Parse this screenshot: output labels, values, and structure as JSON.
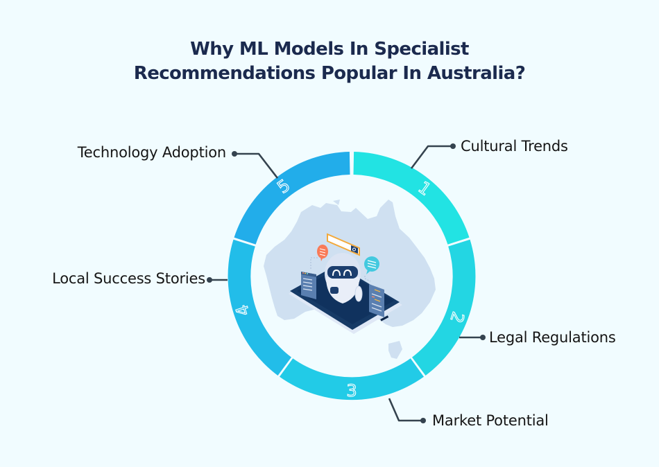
{
  "title": {
    "line1": "Why ML Models In Specialist",
    "line2": "Recommendations Popular In Australia?"
  },
  "colors": {
    "background": "#f1fcff",
    "title": "#1b2a4e",
    "label_text": "#151515",
    "connector": "#35434f",
    "segment_1": "#22e3e3",
    "segment_2": "#23d6e3",
    "segment_3": "#22cbe7",
    "segment_4": "#22bde9",
    "segment_5": "#22adea",
    "map_fill": "#cfe0f1"
  },
  "segments": [
    {
      "number": "1",
      "label": "Cultural Trends"
    },
    {
      "number": "2",
      "label": "Legal Regulations"
    },
    {
      "number": "3",
      "label": "Market Potential"
    },
    {
      "number": "4",
      "label": "Local Success Stories"
    },
    {
      "number": "5",
      "label": "Technology Adoption"
    }
  ],
  "illustration": {
    "description": "Australia map with chatbot robot on smartphone",
    "icons": [
      "australia-map",
      "robot",
      "smartphone",
      "search-bar",
      "chat-bubble",
      "document-panel"
    ]
  }
}
